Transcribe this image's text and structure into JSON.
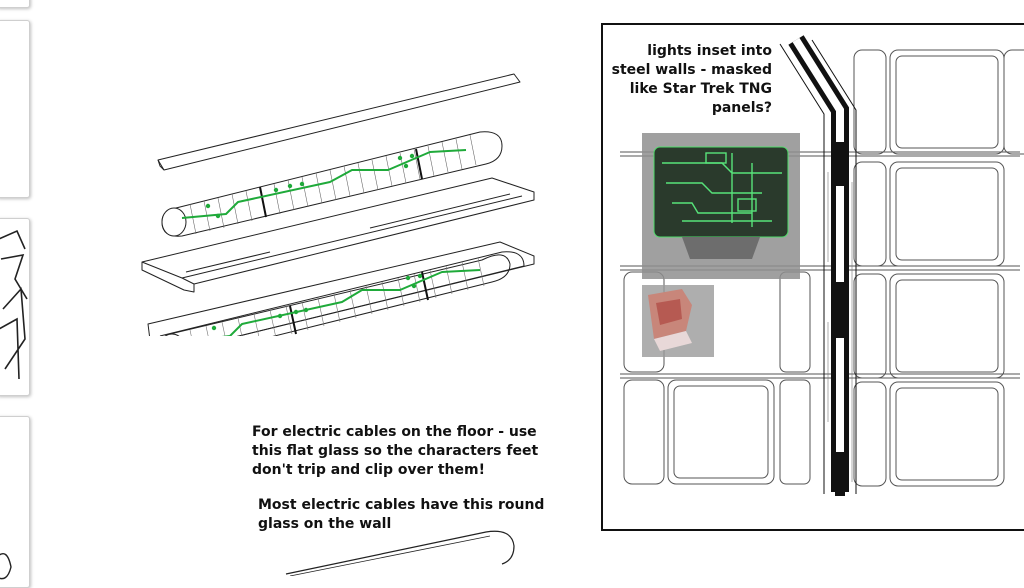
{
  "thumbnails": [
    {
      "name": "page-thumb-1"
    },
    {
      "name": "page-thumb-2"
    },
    {
      "name": "page-thumb-3"
    },
    {
      "name": "page-thumb-4"
    }
  ],
  "notes": {
    "floor_cables": "For electric cables on the floor - use this flat glass so the characters feet don't trip and clip over them!",
    "wall_cables": "Most electric cables have this round glass on the wall",
    "wall_lights": "lights inset into steel walls - masked like Star Trek TNG panels?"
  },
  "colors": {
    "accent_green": "#1faa3a",
    "ink": "#111111",
    "panel_bg": "#ffffff",
    "ref_overlay": "#8a8a8a"
  }
}
